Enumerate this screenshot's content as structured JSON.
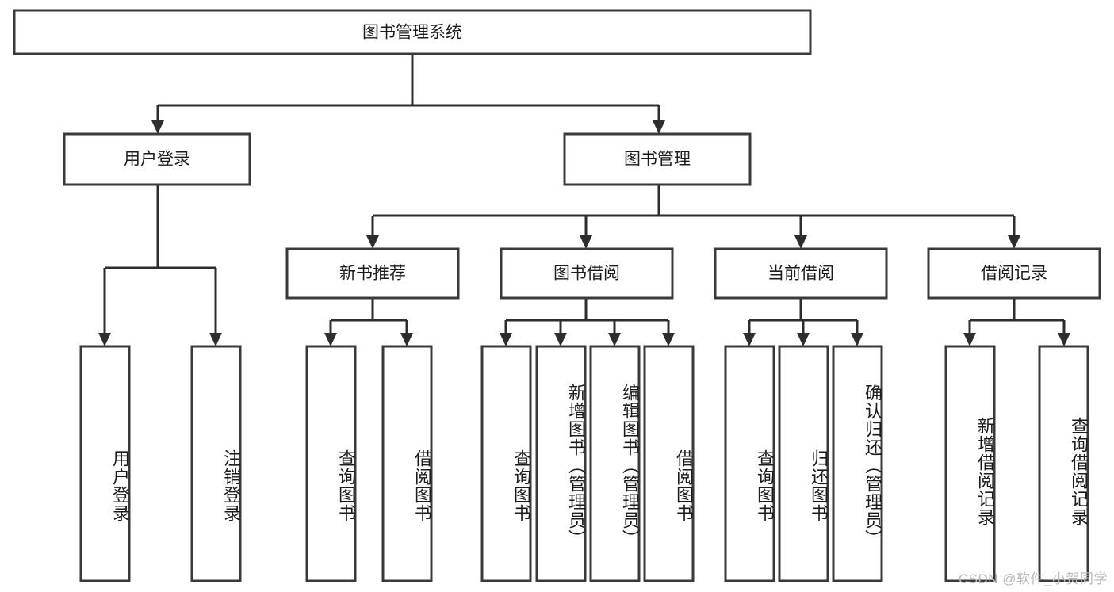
{
  "diagram": {
    "title": "图书管理系统",
    "type": "tree-hierarchy",
    "watermark": "CSDN @软件_小贺同学",
    "root": {
      "label": "图书管理系统"
    },
    "level2": [
      {
        "label": "用户登录"
      },
      {
        "label": "图书管理"
      }
    ],
    "level3": [
      {
        "label": "新书推荐"
      },
      {
        "label": "图书借阅"
      },
      {
        "label": "当前借阅"
      },
      {
        "label": "借阅记录"
      }
    ],
    "leaves": {
      "user_login": [
        {
          "label": "用户登录"
        },
        {
          "label": "注销登录"
        }
      ],
      "new_book_recommend": [
        {
          "label": "查询图书"
        },
        {
          "label": "借阅图书"
        }
      ],
      "book_borrow": [
        {
          "label": "查询图书"
        },
        {
          "label": "新增图书（管理员）"
        },
        {
          "label": "编辑图书（管理员）"
        },
        {
          "label": "借阅图书"
        }
      ],
      "current_borrow": [
        {
          "label": "查询图书"
        },
        {
          "label": "归还图书"
        },
        {
          "label": "确认归还（管理员）"
        }
      ],
      "borrow_record": [
        {
          "label": "新增借阅记录"
        },
        {
          "label": "查询借阅记录"
        }
      ]
    },
    "colors": {
      "box_stroke": "#3a3a3a",
      "connector": "#2d2d2d",
      "background": "#ffffff",
      "text": "#1b1b1b",
      "watermark": "#b9b9b9"
    }
  }
}
